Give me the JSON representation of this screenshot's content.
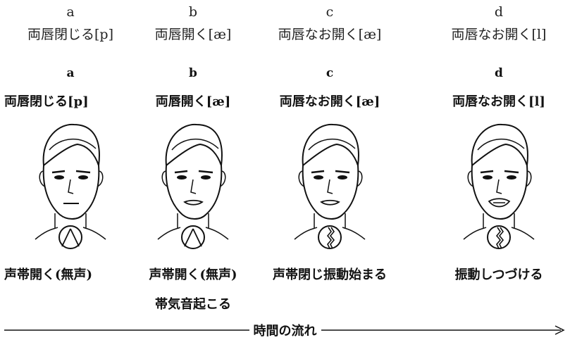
{
  "columns": [
    {
      "id": "a",
      "letter": "a",
      "caption": "両唇閉じる[p]",
      "letter_bold": "a",
      "caption_bold": "両唇閉じる[p]",
      "state": "声帯開く(無声)",
      "state2": "",
      "mouth": "closed",
      "glottis": "open"
    },
    {
      "id": "b",
      "letter": "b",
      "caption": "両唇開く[æ]",
      "letter_bold": "b",
      "caption_bold": "両唇開く[æ]",
      "state": "声帯開く(無声)",
      "state2": "帯気音起こる",
      "mouth": "slightly-open",
      "glottis": "open"
    },
    {
      "id": "c",
      "letter": "c",
      "caption": "両唇なお開く[æ]",
      "letter_bold": "c",
      "caption_bold": "両唇なお開く[æ]",
      "state": "声帯閉じ振動始まる",
      "state2": "",
      "mouth": "slightly-open",
      "glottis": "vibrating"
    },
    {
      "id": "d",
      "letter": "d",
      "caption": "両唇なお開く[l]",
      "letter_bold": "d",
      "caption_bold": "両唇なお開く[l]",
      "state": "振動しつづける",
      "state2": "",
      "mouth": "open",
      "glottis": "vibrating"
    }
  ],
  "timeline": {
    "label": "時間の流れ"
  }
}
